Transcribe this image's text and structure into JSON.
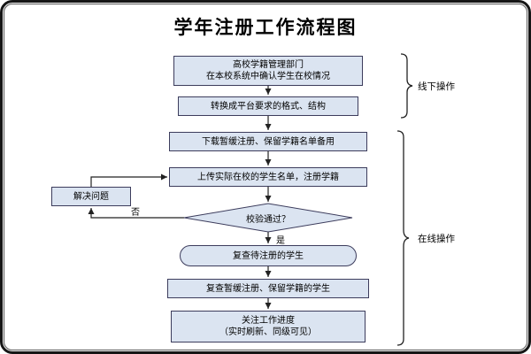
{
  "title": "学年注册工作流程图",
  "nodes": [
    {
      "lines": [
        "高校学籍管理部门",
        "在本校系统中确认学生在校情况"
      ]
    },
    {
      "lines": [
        "转换成平台要求的格式、结构"
      ]
    },
    {
      "lines": [
        "下载暂缓注册、保留学籍名单备用"
      ]
    },
    {
      "lines": [
        "上传实际在校的学生名单，注册学籍"
      ]
    },
    {
      "label": "校验通过？"
    },
    {
      "label": "复查待注册的学生"
    },
    {
      "lines": [
        "复查暂缓注册、保留学籍的学生"
      ]
    },
    {
      "lines": [
        "关注工作进度",
        "（实时刷新、同级可见）"
      ]
    }
  ],
  "side_node": {
    "label": "解决问题"
  },
  "branches": {
    "no": "否",
    "yes": "是"
  },
  "braces": [
    {
      "label": "线下操作"
    },
    {
      "label": "在线操作"
    }
  ]
}
